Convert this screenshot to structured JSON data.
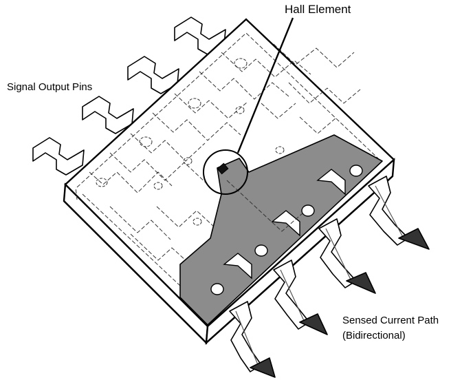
{
  "labels": {
    "hall_element": "Hall Element",
    "signal_output_pins": "Signal Output Pins",
    "sensed_current_path_line1": "Sensed Current Path",
    "sensed_current_path_line2": "(Bidirectional)"
  },
  "colors": {
    "outline": "#000000",
    "hidden_line": "#333333",
    "conductor_fill": "#8c8c8c",
    "package_fill": "#ffffff",
    "background": "#ffffff"
  },
  "icons": {
    "package": "soic8-package-outline",
    "hall_sensor": "hall-element-chip",
    "arrow": "current-direction-arrow"
  }
}
